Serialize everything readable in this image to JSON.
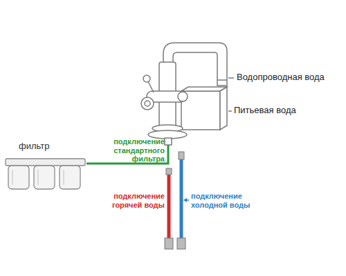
{
  "diagram": {
    "nodes": [
      {
        "text": [
          "фильтр"
        ]
      },
      {
        "text": [
          "Водопроводная вода",
          "Питьевая вода"
        ]
      }
    ],
    "edges": [
      {
        "from": 0,
        "to": 1,
        "arrow": "none",
        "label": "подключение стандартного фильтра"
      }
    ],
    "labels": [
      "подключение горячей воды",
      "подключение холодной воды"
    ]
  }
}
